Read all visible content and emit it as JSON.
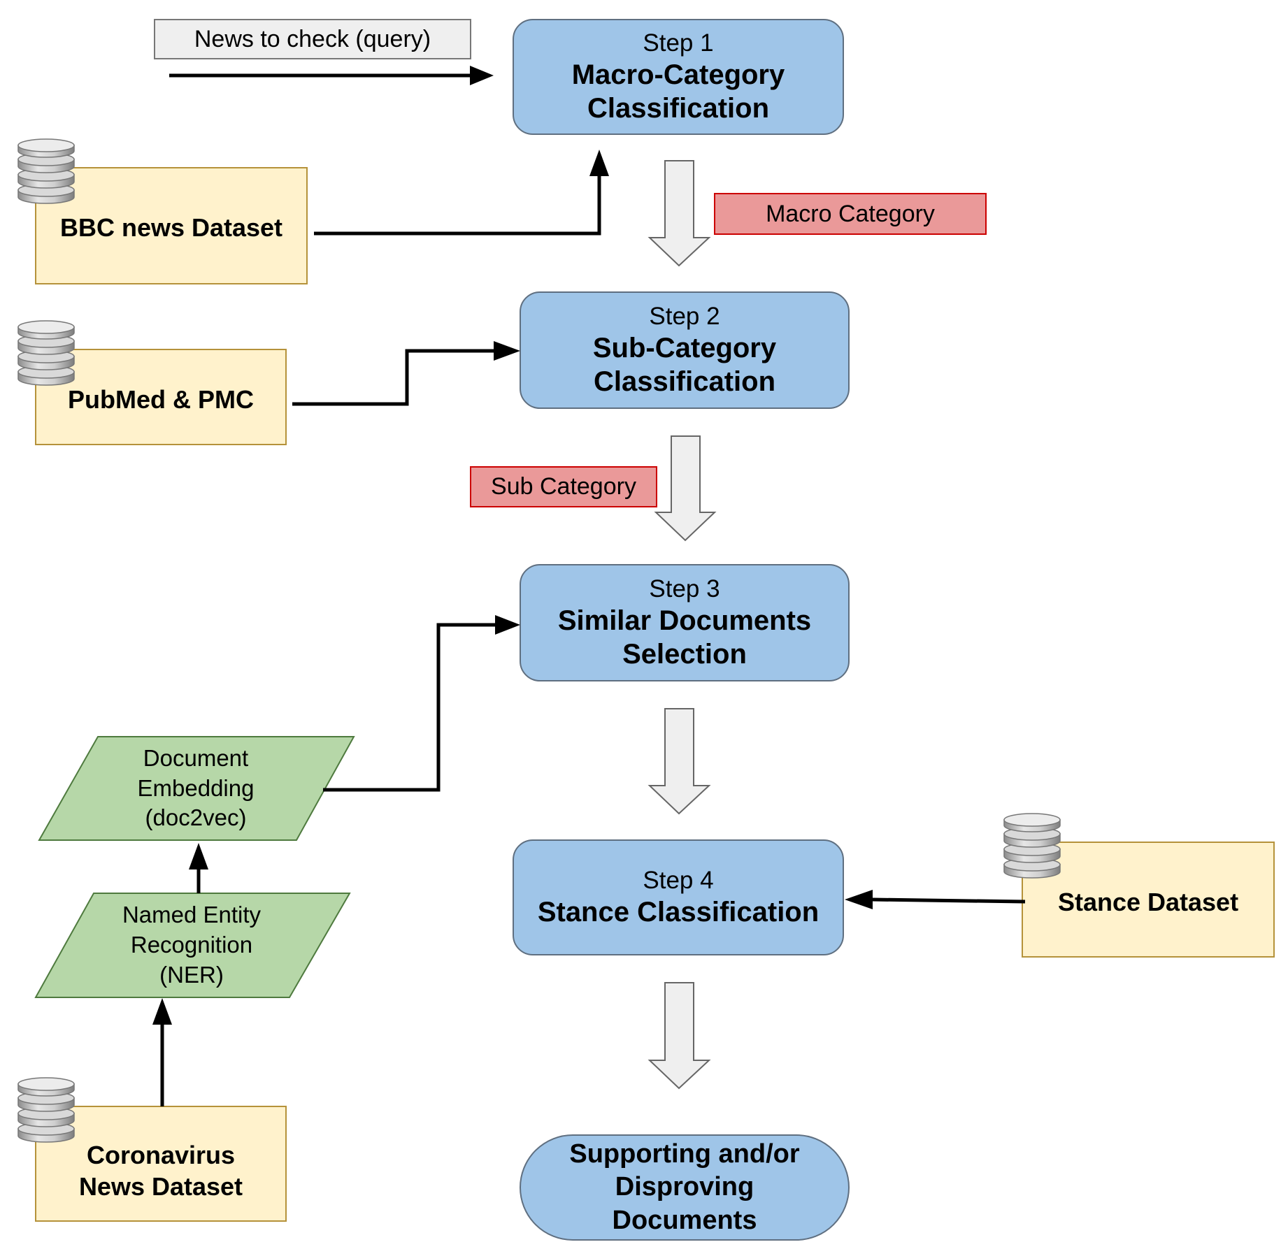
{
  "query_box": {
    "label": "News to check (query)"
  },
  "steps": [
    {
      "step": "Step 1",
      "title_line1": "Macro-Category",
      "title_line2": "Classification"
    },
    {
      "step": "Step 2",
      "title_line1": "Sub-Category",
      "title_line2": "Classification"
    },
    {
      "step": "Step 3",
      "title_line1": "Similar Documents",
      "title_line2": "Selection"
    },
    {
      "step": "Step 4",
      "title_line1": "Stance Classification"
    }
  ],
  "output": {
    "line1": "Supporting and/or",
    "line2": "Disproving",
    "line3": "Documents"
  },
  "datasets": {
    "bbc": "BBC news Dataset",
    "pubmed": "PubMed & PMC",
    "stance": "Stance Dataset",
    "coronavirus_line1": "Coronavirus",
    "coronavirus_line2": "News Dataset"
  },
  "processes": {
    "doc_embedding": {
      "line1": "Document",
      "line2": "Embedding",
      "line3": "(doc2vec)"
    },
    "ner": {
      "line1": "Named Entity",
      "line2": "Recognition",
      "line3": "(NER)"
    }
  },
  "tags": {
    "macro": "Macro Category",
    "sub": "Sub Category"
  },
  "colors": {
    "step_fill": "#9fc5e8",
    "step_stroke": "#5f6f80",
    "dataset_fill": "#fff2cc",
    "dataset_stroke": "#b5923a",
    "process_fill": "#b6d7a8",
    "process_stroke": "#4e7a3e",
    "tag_fill": "#ea9999",
    "tag_stroke": "#cc0000",
    "query_fill": "#efefef",
    "flow_arrow_fill": "#efefef"
  },
  "icons": {
    "dataset": "database-icon"
  }
}
